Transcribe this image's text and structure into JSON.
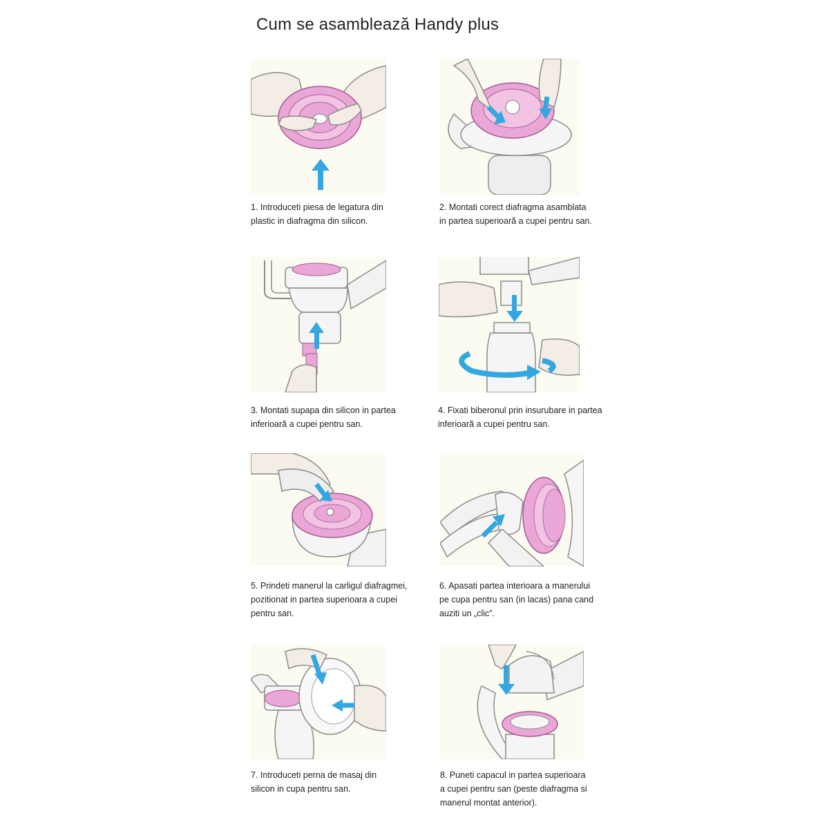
{
  "title": "Cum se asamblează Handy plus",
  "steps": [
    {
      "lines": [
        "1. Introduceti piesa de legatura din",
        "plastic in diafragma din silicon."
      ]
    },
    {
      "lines": [
        "2. Montati corect diafragma asamblata",
        "in partea superioară a  cupei pentru san."
      ]
    },
    {
      "lines": [
        "3. Montati supapa din silicon in partea",
        "inferioară a cupei pentru san."
      ]
    },
    {
      "lines": [
        "4. Fixati biberonul prin insurubare in partea",
        "inferioară a cupei pentru san."
      ]
    },
    {
      "lines": [
        "5. Prindeti manerul la carligul diafragmei,",
        "pozitionat in partea superioara a cupei",
        "pentru san."
      ]
    },
    {
      "lines": [
        "6. Apasati partea interioara a manerului",
        "pe cupa pentru san (in lacas) pana cand",
        "auziti un „clic”."
      ]
    },
    {
      "lines": [
        "7. Introduceti perna de masaj din",
        "silicon in  cupa pentru san."
      ]
    },
    {
      "lines": [
        "8. Puneti capacul in partea superioara",
        "a cupei pentru san (peste diafragma si",
        "manerul montat anterior)."
      ]
    }
  ],
  "colors": {
    "illustration_bg": "#fcfbf1",
    "pink": "#e9a6d6",
    "arrow_blue": "#35a7e0",
    "skin": "#f3ede6",
    "outline": "#8a8a8a"
  }
}
